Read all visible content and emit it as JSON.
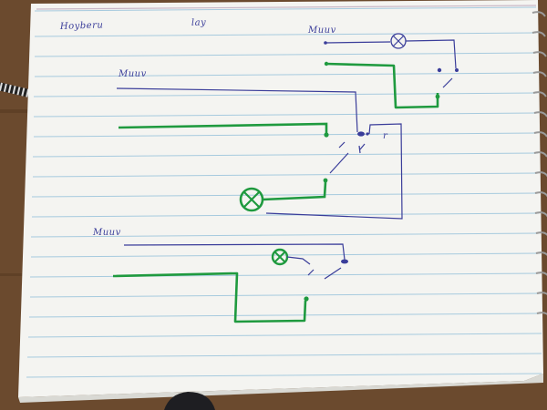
{
  "header": {
    "left_note": "Hoyberu",
    "right_note": "lay"
  },
  "labels": {
    "top_right": "Muuv",
    "middle": "Muuv",
    "bottom": "Muuv",
    "switch_mark": "r"
  },
  "colors": {
    "wood": "#6b4a2e",
    "paper": "#f4f4f1",
    "rule_line": "#9ec6dd",
    "margin_line": "#c9b7c6",
    "ink_blue": "#3a3d9a",
    "ink_green": "#1f9a3f",
    "ring_metal": "#9a9a9a"
  },
  "icons": [
    "lamp-icon",
    "switch-icon",
    "terminal-dot-icon"
  ]
}
